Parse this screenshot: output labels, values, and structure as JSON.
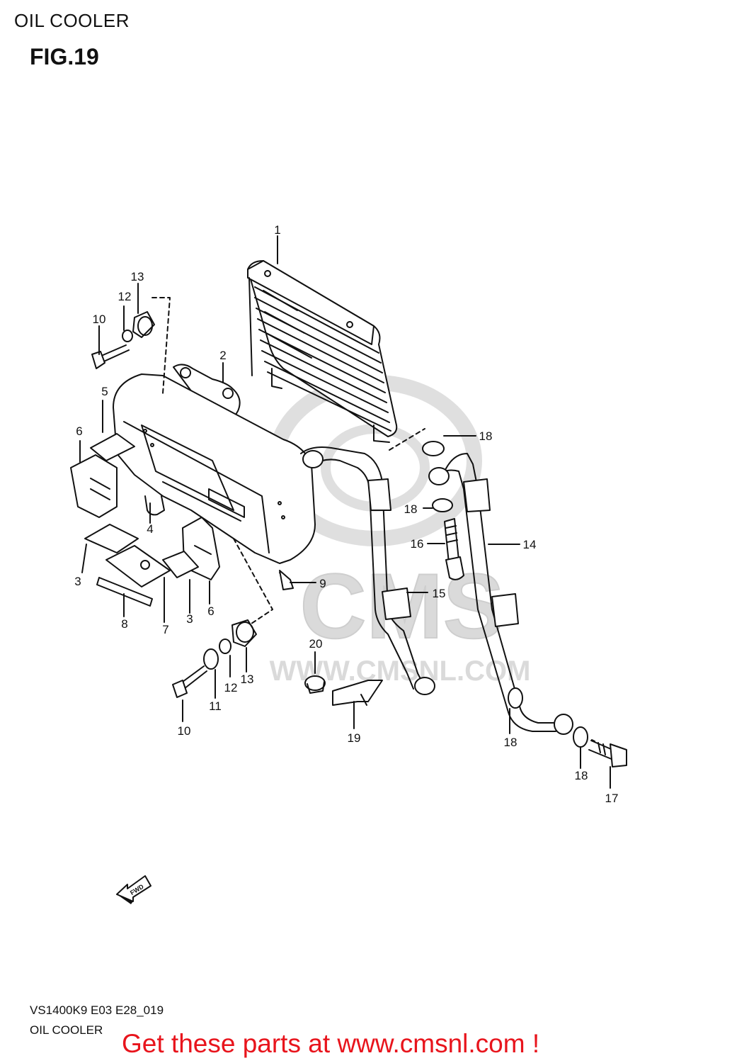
{
  "header": {
    "title": "OIL COOLER",
    "figure": "FIG.19"
  },
  "footer": {
    "model_code": "VS1400K9 E03 E28_019",
    "section": "OIL COOLER",
    "promo": "Get these parts at www.cmsnl.com !"
  },
  "watermark": {
    "brand": "CMS",
    "url": "WWW.CMSNL.COM"
  },
  "fwd_arrow": {
    "label": "FWD"
  },
  "colors": {
    "line": "#111111",
    "watermark": "#d8d8d8",
    "promo": "#e8141c"
  },
  "callouts": [
    {
      "number": "1"
    },
    {
      "number": "2"
    },
    {
      "number": "3"
    },
    {
      "number": "3"
    },
    {
      "number": "4"
    },
    {
      "number": "5"
    },
    {
      "number": "6"
    },
    {
      "number": "6"
    },
    {
      "number": "7"
    },
    {
      "number": "8"
    },
    {
      "number": "9"
    },
    {
      "number": "10"
    },
    {
      "number": "10"
    },
    {
      "number": "11"
    },
    {
      "number": "12"
    },
    {
      "number": "12"
    },
    {
      "number": "13"
    },
    {
      "number": "13"
    },
    {
      "number": "14"
    },
    {
      "number": "15"
    },
    {
      "number": "16"
    },
    {
      "number": "17"
    },
    {
      "number": "18"
    },
    {
      "number": "18"
    },
    {
      "number": "18"
    },
    {
      "number": "18"
    },
    {
      "number": "19"
    },
    {
      "number": "20"
    }
  ]
}
